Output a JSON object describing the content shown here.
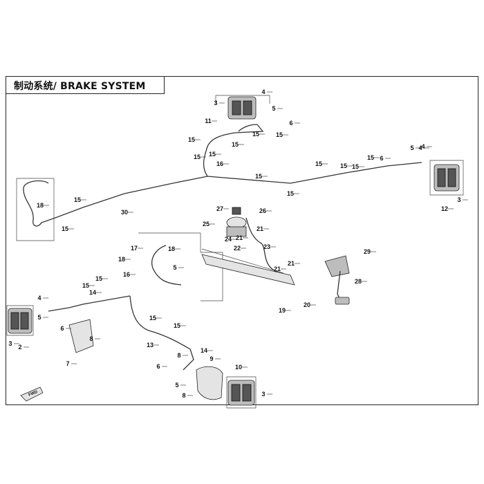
{
  "title": "制动系统/ BRAKE SYSTEM",
  "fwd_label": "FWD",
  "callouts": [
    "3",
    "4",
    "5",
    "6",
    "11",
    "15",
    "15",
    "15",
    "15",
    "16",
    "15",
    "15",
    "4",
    "5",
    "6",
    "15",
    "15",
    "15",
    "15",
    "15",
    "15",
    "18",
    "15",
    "30",
    "15",
    "27",
    "26",
    "25",
    "21",
    "24",
    "21",
    "22",
    "23",
    "17",
    "18",
    "18",
    "5",
    "21",
    "21",
    "29",
    "15",
    "16",
    "14",
    "15",
    "28",
    "4",
    "5",
    "6",
    "19",
    "20",
    "3",
    "2",
    "8",
    "7",
    "13",
    "15",
    "15",
    "8",
    "14",
    "9",
    "10",
    "6",
    "5",
    "3",
    "8",
    "12",
    "3",
    "4"
  ]
}
